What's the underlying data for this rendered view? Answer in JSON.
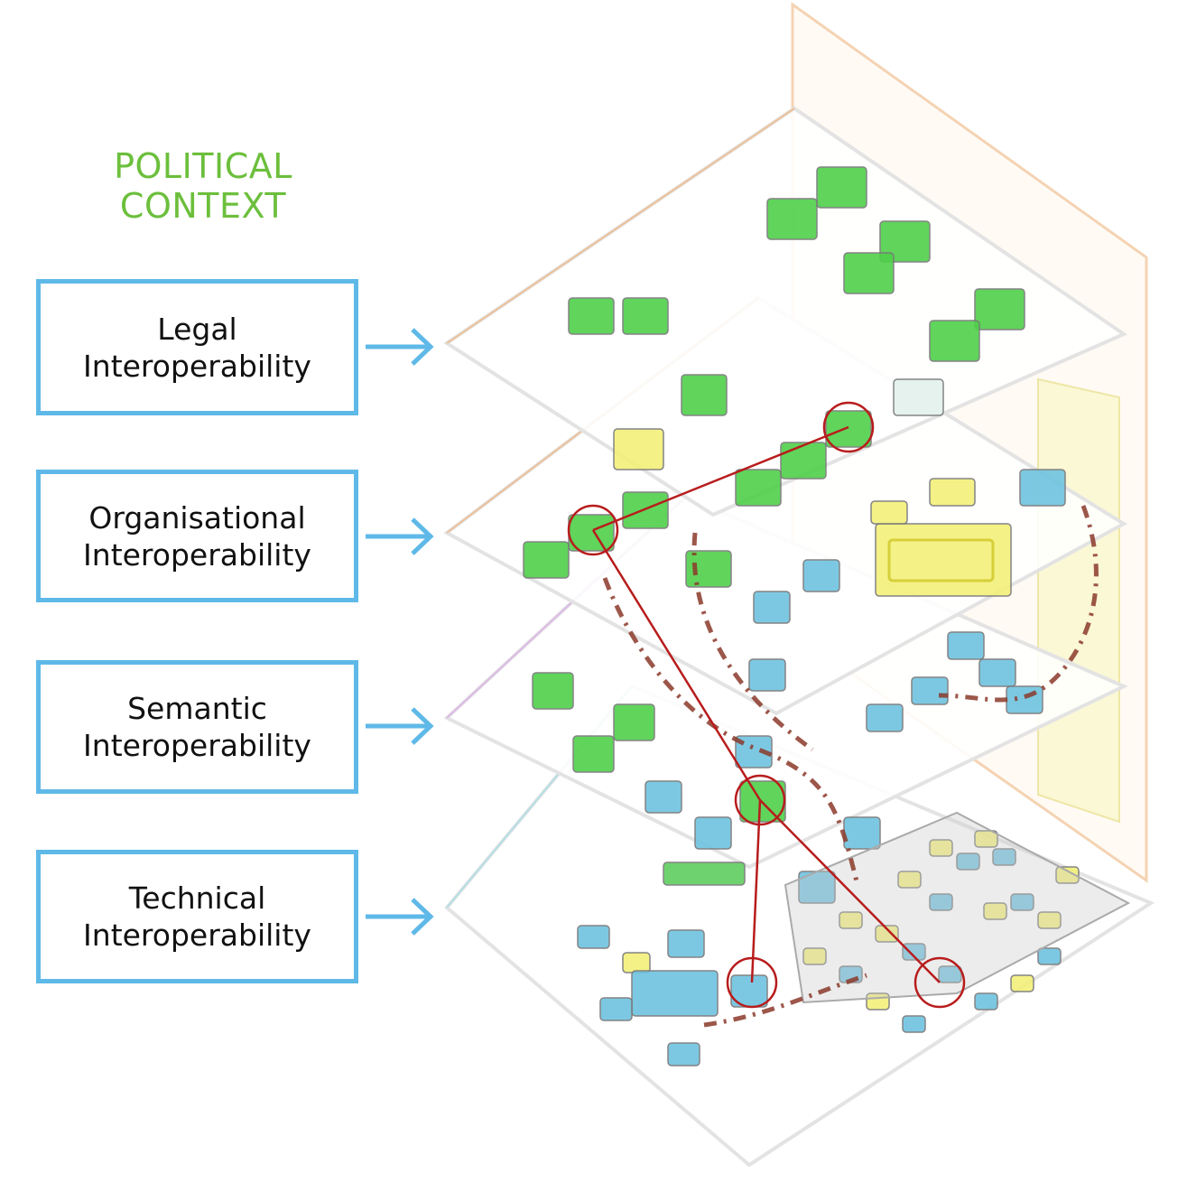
{
  "title": {
    "line1": "POLITICAL",
    "line2": "CONTEXT"
  },
  "layers": [
    {
      "line1": "Legal",
      "line2": "Interoperability"
    },
    {
      "line1": "Organisational",
      "line2": "Interoperability"
    },
    {
      "line1": "Semantic",
      "line2": "Interoperability"
    },
    {
      "line1": "Technical",
      "line2": "Interoperability"
    }
  ],
  "colors": {
    "title": "#6cbf3c",
    "box_border": "#5fb9e8",
    "green_block": "#4fd04a",
    "blue_block": "#6ec3e0",
    "yellow_block": "#f3f07a",
    "frame_orange": "#f0b27a",
    "highlight_red": "#b81c1c",
    "dashed_path": "#8b3a2a"
  }
}
